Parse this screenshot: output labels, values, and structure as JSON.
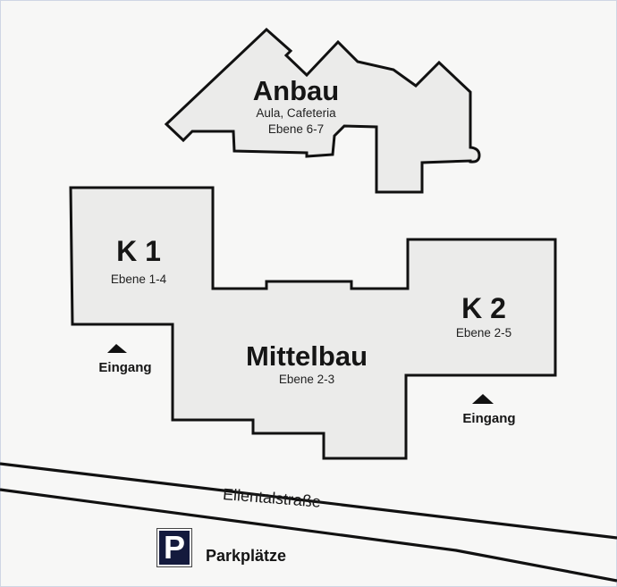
{
  "map": {
    "buildings": [
      {
        "id": "anbau",
        "name": "Anbau",
        "lines": [
          "Aula, Cafeteria",
          "Ebene 6-7"
        ]
      },
      {
        "id": "k1",
        "name": "K 1",
        "lines": [
          "Ebene 1-4"
        ]
      },
      {
        "id": "mittelbau",
        "name": "Mittelbau",
        "lines": [
          "Ebene 2-3"
        ]
      },
      {
        "id": "k2",
        "name": "K 2",
        "lines": [
          "Ebene 2-5"
        ]
      }
    ],
    "entrances": [
      {
        "label": "Eingang",
        "near": "K 1"
      },
      {
        "label": "Eingang",
        "near": "K 2"
      }
    ],
    "street": {
      "name": "Ellentalstraße"
    },
    "parking": {
      "symbol": "P",
      "label": "Parkplätze",
      "sign_color": "#141a3d"
    },
    "colors": {
      "building_fill": "#ebebea",
      "outline": "#111111",
      "background": "#f7f7f6"
    }
  }
}
